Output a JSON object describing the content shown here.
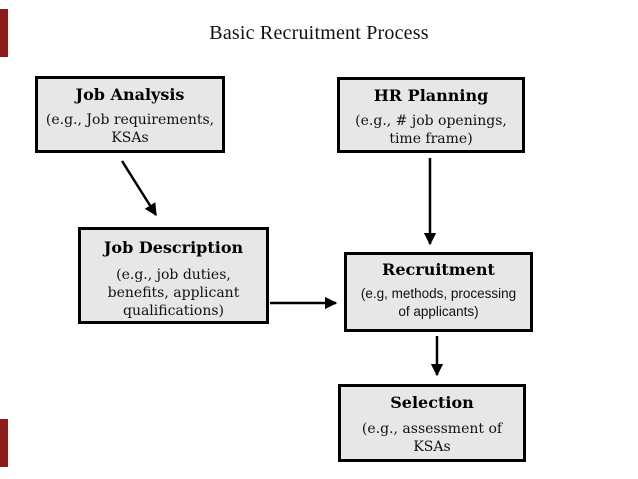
{
  "title": "Basic Recruitment Process",
  "boxes": {
    "job_analysis": {
      "heading": "Job Analysis",
      "lines": [
        "(e.g., Job requirements,",
        "KSAs"
      ]
    },
    "hr_planning": {
      "heading": "HR Planning",
      "lines": [
        "(e.g., # job openings,",
        "time frame)"
      ]
    },
    "job_description": {
      "heading": "Job Description",
      "lines": [
        "(e.g., job duties,",
        "benefits, applicant",
        "qualifications)"
      ]
    },
    "recruitment": {
      "heading": "Recruitment",
      "lines": [
        "(e.g, methods, processing",
        "of applicants)"
      ]
    },
    "selection": {
      "heading": "Selection",
      "lines": [
        "(e.g., assessment of",
        "KSAs"
      ]
    }
  },
  "edges": [
    {
      "from": "Job Analysis",
      "to": "Job Description"
    },
    {
      "from": "HR Planning",
      "to": "Recruitment"
    },
    {
      "from": "Job Description",
      "to": "Recruitment"
    },
    {
      "from": "Recruitment",
      "to": "Selection"
    }
  ],
  "colors": {
    "background": "#ffffff",
    "box_fill": "#e7e7e7",
    "box_border": "#000000",
    "arrow": "#000000",
    "edge_marker_red": "#8b1a1a"
  }
}
